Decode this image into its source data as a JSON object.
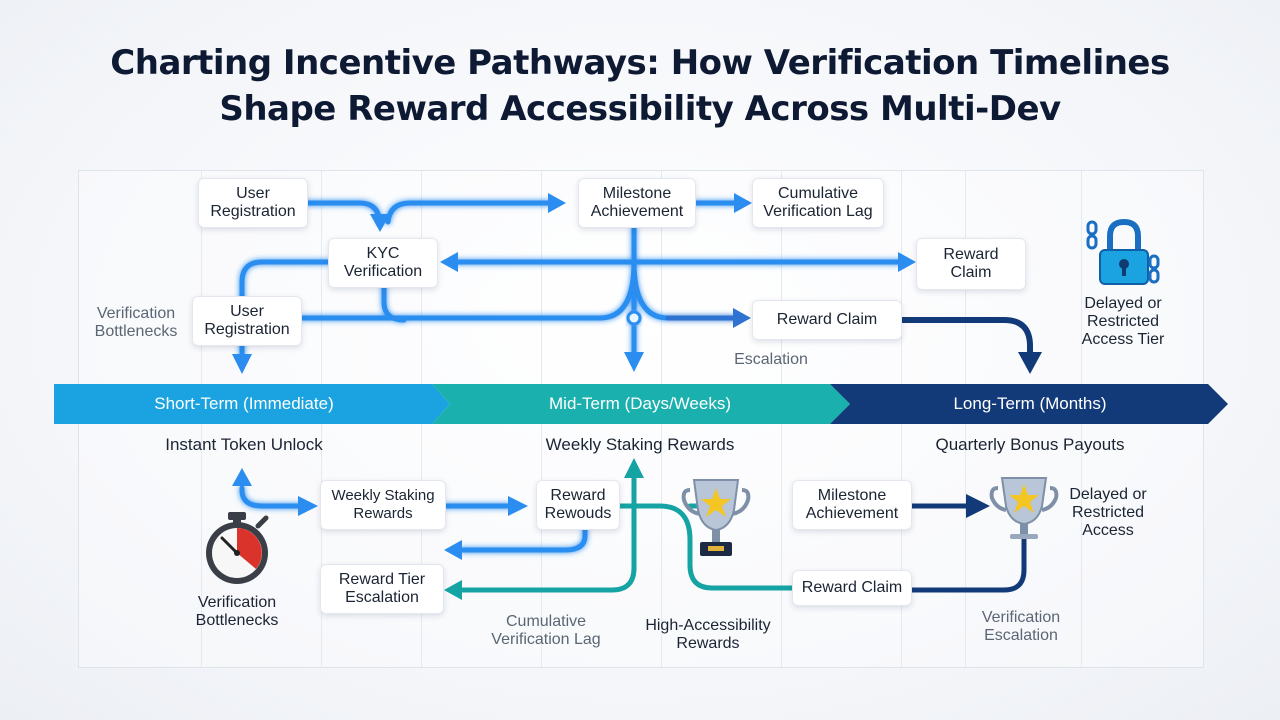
{
  "title": {
    "line1": "Charting Incentive Pathways: How Verification Timelines",
    "line2": "Shape Reward Accessibility Across Multi-Dev"
  },
  "phases": [
    {
      "label": "Short-Term (Immediate)",
      "color": "#1aa3e0",
      "reward": "Instant Token Unlock"
    },
    {
      "label": "Mid-Term (Days/Weeks)",
      "color": "#1ab0ad",
      "reward": "Weekly Staking Rewards"
    },
    {
      "label": "Long-Term (Months)",
      "color": "#123a78",
      "reward": "Quarterly Bonus Payouts"
    }
  ],
  "upper": {
    "user_registration_1": "User Registration",
    "milestone_achievement": "Milestone Achievement",
    "cumulative_verification_lag": "Cumulative Verification Lag",
    "kyc_verification": "KYC Verification",
    "reward_claim_1": "Reward Claim",
    "user_registration_2": "User Registration",
    "reward_claim_2": "Reward Claim",
    "verification_bottlenecks": "Verification Bottlenecks",
    "escalation": "Escalation",
    "delayed_restricted_tier": "Delayed or Restricted Access Tier"
  },
  "lower": {
    "weekly_staking_rewards": "Weekly Staking Rewards",
    "reward_rewouds": "Reward Rewouds",
    "milestone_achievement": "Milestone Achievement",
    "delayed_restricted_access": "Delayed or Restricted Access",
    "reward_tier_escalation": "Reward Tier Escalation",
    "reward_claim": "Reward Claim",
    "verification_bottlenecks": "Verification Bottlenecks",
    "cumulative_verification_lag": "Cumulative Verification Lag",
    "high_accessibility_rewards": "High-Accessibility Rewards",
    "verification_escalation": "Verification Escalation"
  },
  "icons": {
    "lock": "padlock-icon",
    "stopwatch": "stopwatch-icon",
    "trophy": "trophy-icon"
  },
  "colors": {
    "short_term": "#1aa3e0",
    "mid_term": "#1ab0ad",
    "long_term": "#123a78",
    "flow_blue": "#2b8df0",
    "flow_teal": "#15a3a3"
  }
}
